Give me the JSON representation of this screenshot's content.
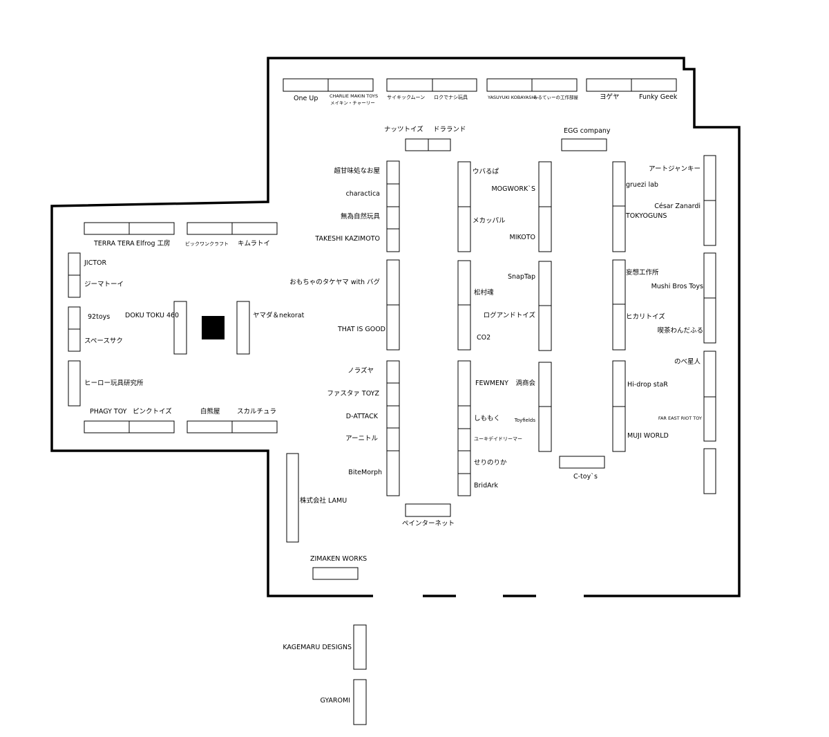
{
  "map": {
    "colors": {
      "wall": "#000000",
      "booth_fill": "#ffffff",
      "booth_stroke": "#000000",
      "pillar": "#000000"
    },
    "booths": {
      "one_up": "One  Up",
      "charlie_makin_1": "CHARLIE MAKIN TOYS",
      "charlie_makin_2": "メイキン・チャーリー",
      "psychic_moon": "サイキックムーン",
      "rokudenashi": "ロクでナシ玩具",
      "yasuyuki": "YASUYUKI KOBAYASHI",
      "mirutei": "みるてぃーの工作部屋",
      "yogaya": "ヨゲヤ",
      "funky_geek": "Funky Geek",
      "nuts_toys": "ナッツトイズ",
      "doraland": "ドラランド",
      "egg_company": "EGG company",
      "chouamami": "超甘味処なお屋",
      "charactica": "charactica",
      "mui_shizen": "無為自然玩具",
      "takeshi": "TAKESHI KAZIMOTO",
      "ubaruba": "ウバるぱ",
      "mechapal": "メカッパル",
      "mogworks": "MOGWORK`S",
      "mikoto": "MIKOTO",
      "gruezi": "gruezi lab",
      "tokyoguns": "TOKYOGUNS",
      "art_junky": "アートジャンキー",
      "cesar": "César Zanardi",
      "terra_tera": "TERRA TERA",
      "elfrog": "Elfrog 工房",
      "big_one": "ビックワンクラフト",
      "kimura": "キムラトイ",
      "jictor": "JICTOR",
      "gma_toy": "ジーマトーイ",
      "92toys": "92toys",
      "space_saku": "スペースサク",
      "doku_toku": "DOKU TOKU 460",
      "yamada": "ヤマダ＆nekorat",
      "hero_lab": "ヒーロー玩具研究所",
      "phagy": "PHAGY TOY",
      "pink_toys": "ピンクトイズ",
      "shirokuma": "白熊屋",
      "skulchula": "スカルチュラ",
      "takeyama": "おもちゃのタケヤマ with バグ",
      "that_is_good": "THAT IS GOOD",
      "matsumura": "松村魂",
      "log_and_toys": "ログアンドトイズ",
      "co2": "CO2",
      "snaptap": "SnapTap",
      "mousou": "妄想工作所",
      "mushi_bros": "Mushi Bros Toys",
      "hikari": "ヒカリトイズ",
      "kissa": "喫茶わんだふる",
      "norazuya": "ノラズヤ",
      "fasta": "ファスタァ TOYZ",
      "d_attack": "D-ATTACK",
      "anitoru": "アーニトル",
      "bitemorph": "BiteMorph",
      "fewmeny": "FEWMENY",
      "uzushokai": "渦商会",
      "shimomoku": "しももく",
      "toyfields": "Toyfields",
      "yukidei": "ユーキデイドリーマー",
      "serinorika": "せりのりか",
      "bridark": "BridArk",
      "nobe": "のべ星人",
      "hidrop": "Hi-drop staR",
      "far_east": "FAR EAST RIOT TOY",
      "muji_world": "MUJI WORLD",
      "c_toys": "C-toy`s",
      "lamu": "株式会社 LAMU",
      "painter_net": "ペインターネット",
      "zimaken": "ZIMAKEN WORKS",
      "kagemaru": "KAGEMARU DESIGNS",
      "gyaromi": "GYAROMI"
    }
  }
}
